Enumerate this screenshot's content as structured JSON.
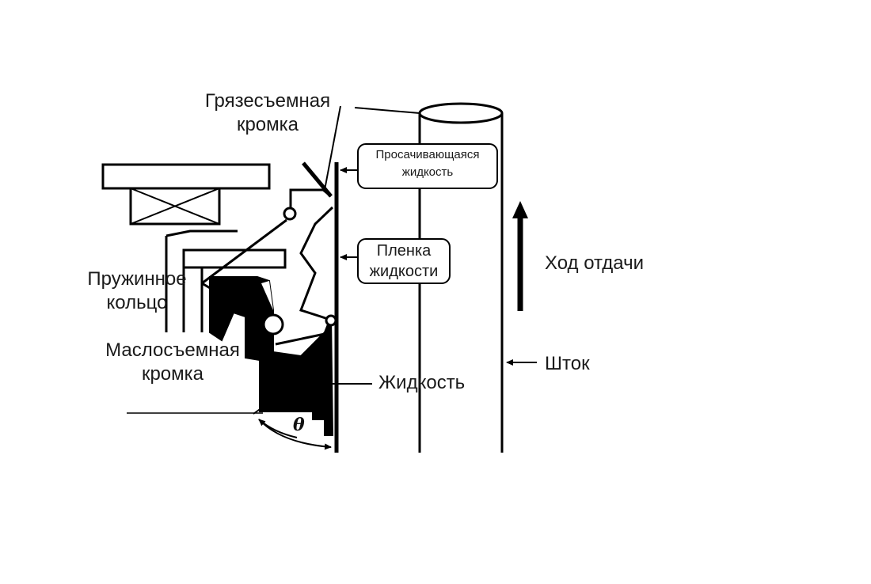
{
  "labels": {
    "wiper_lip_1": "Грязесъемная",
    "wiper_lip_2": "кромка",
    "leak_fluid_1": "Просачивающаяся",
    "leak_fluid_2": "жидкость",
    "film_1": "Пленка",
    "film_2": "жидкости",
    "spring_1": "Пружинное",
    "spring_2": "кольцо",
    "oil_lip_1": "Маслосъемная",
    "oil_lip_2": "кромка",
    "fluid": "Жидкость",
    "stroke": "Ход отдачи",
    "rod": "Шток",
    "theta": "θ"
  }
}
